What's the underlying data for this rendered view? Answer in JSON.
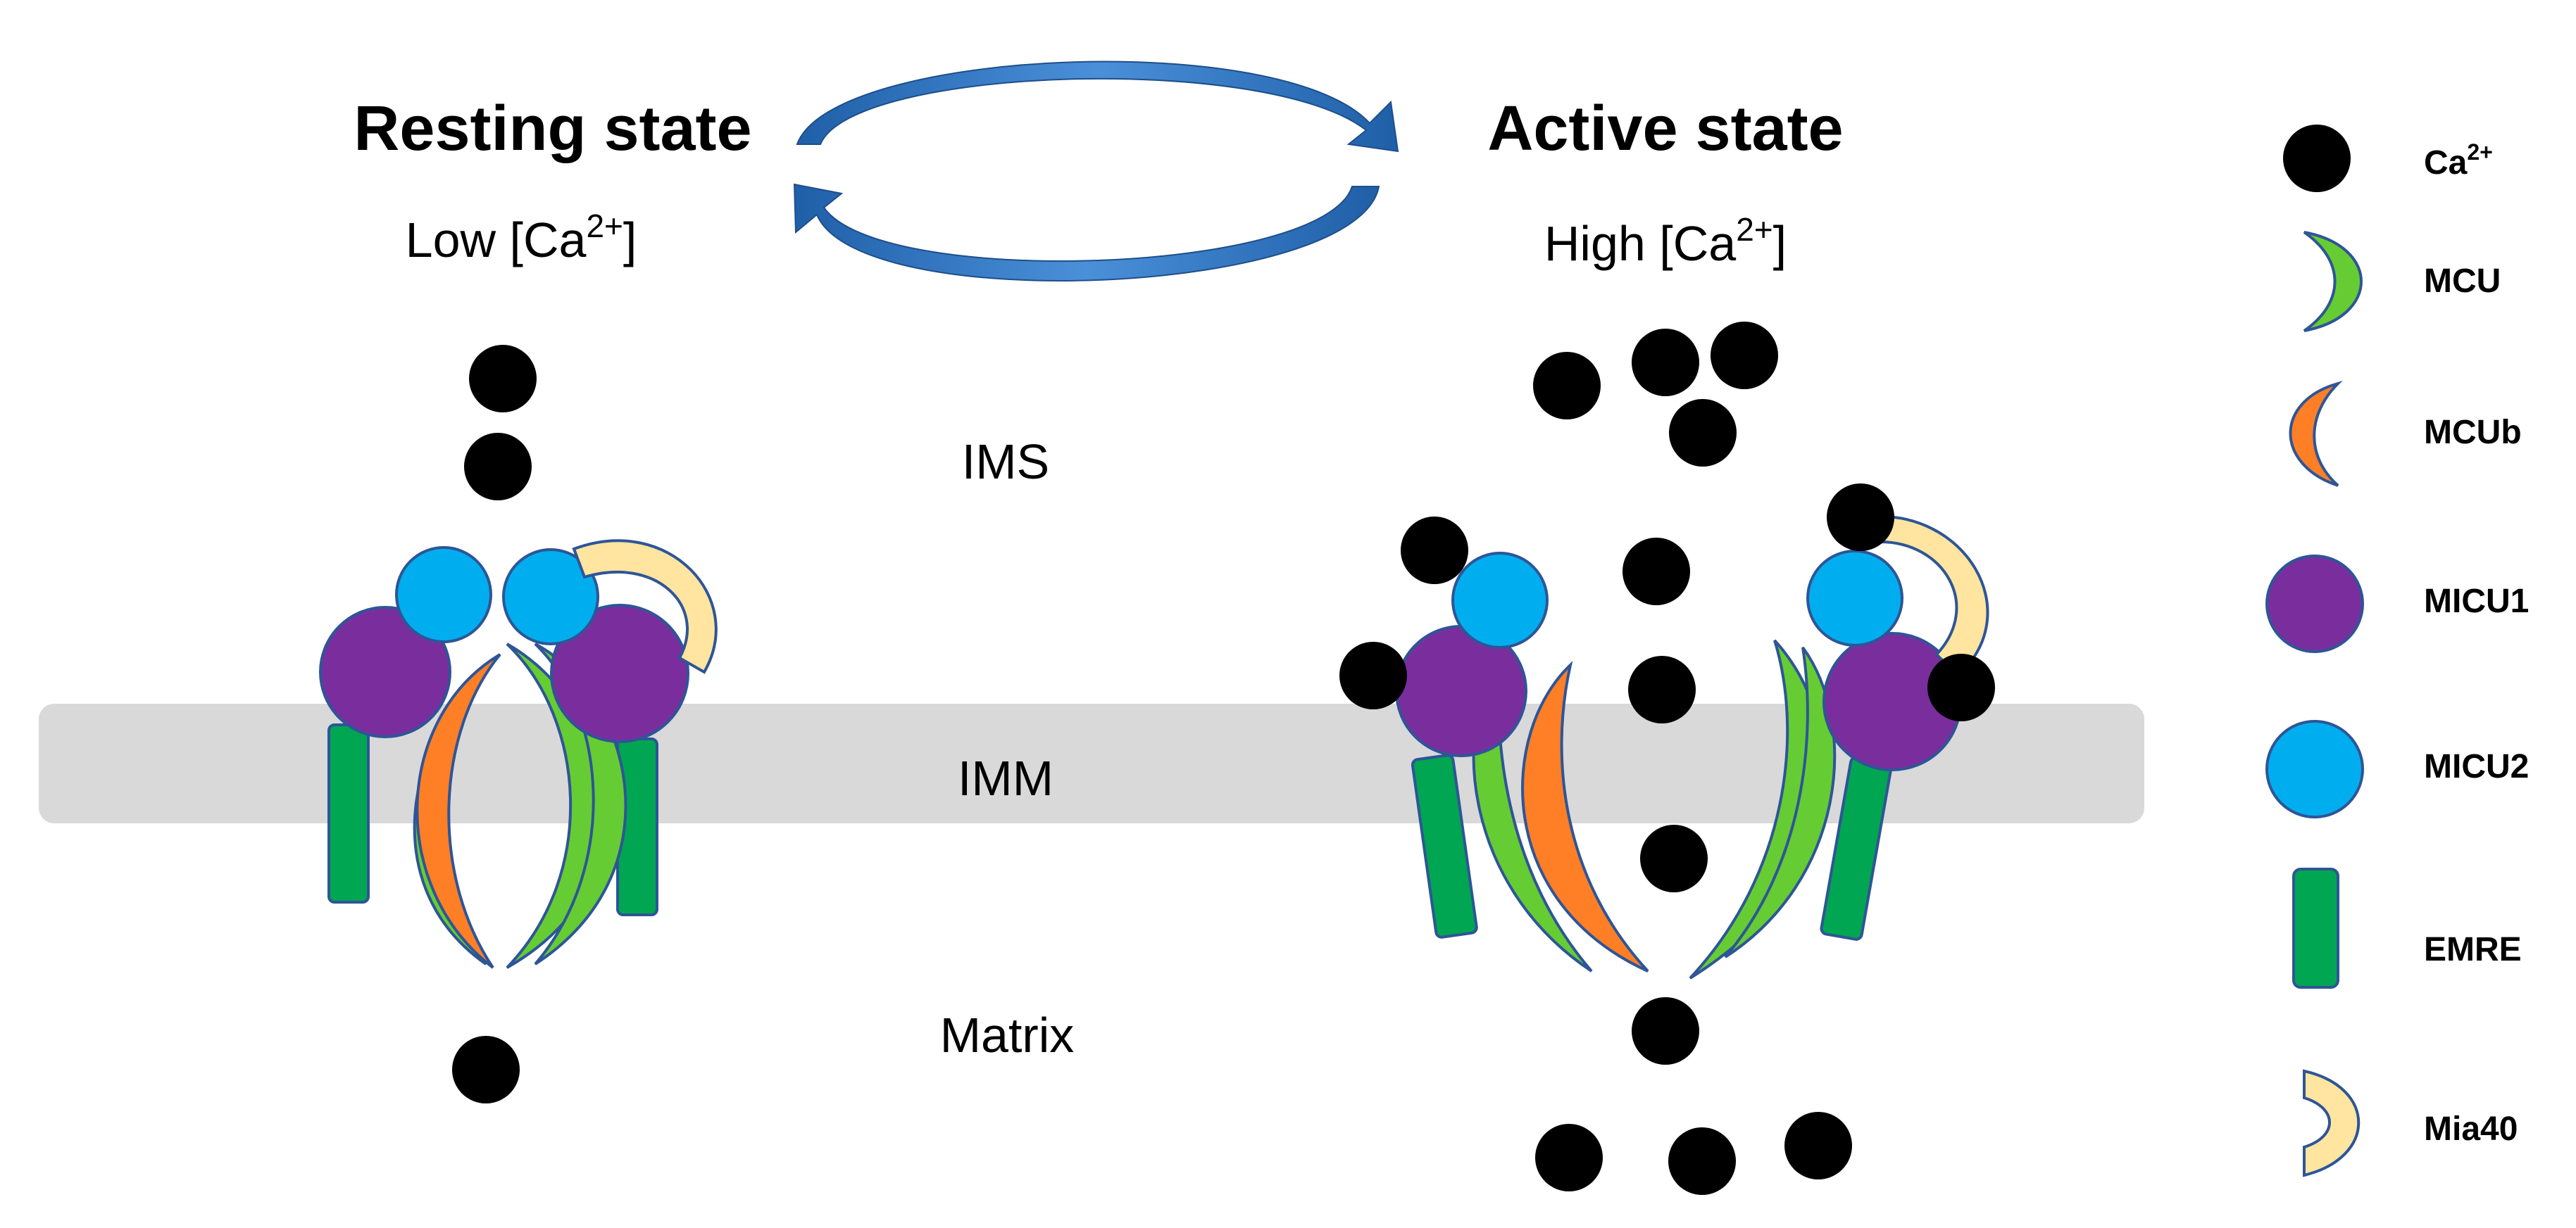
{
  "diagram": {
    "resting": {
      "title": "Resting state",
      "concentration_prefix": "Low [Ca",
      "concentration_sup": "2+",
      "concentration_suffix": "]"
    },
    "active": {
      "title": "Active state",
      "concentration_prefix": "High [Ca",
      "concentration_sup": "2+",
      "concentration_suffix": "]"
    },
    "regions": {
      "ims": "IMS",
      "imm": "IMM",
      "matrix": "Matrix"
    }
  },
  "legend": {
    "ca": {
      "label": "Ca",
      "sup": "2+"
    },
    "mcu": {
      "label": "MCU"
    },
    "mcub": {
      "label": "MCUb"
    },
    "micu1": {
      "label": "MICU1"
    },
    "micu2": {
      "label": "MICU2"
    },
    "emre": {
      "label": "EMRE"
    },
    "mia40": {
      "label": "Mia40"
    }
  },
  "colors": {
    "calcium": "#000000",
    "mcu": "#66cc33",
    "mcub": "#ff7f27",
    "micu1": "#7a2e9e",
    "micu2": "#00aeef",
    "emre": "#00a651",
    "mia40": "#ffe5a0",
    "membrane": "#d9d9d9",
    "outline": "#2e5597",
    "cycle_arrow": "#2e75b6"
  }
}
